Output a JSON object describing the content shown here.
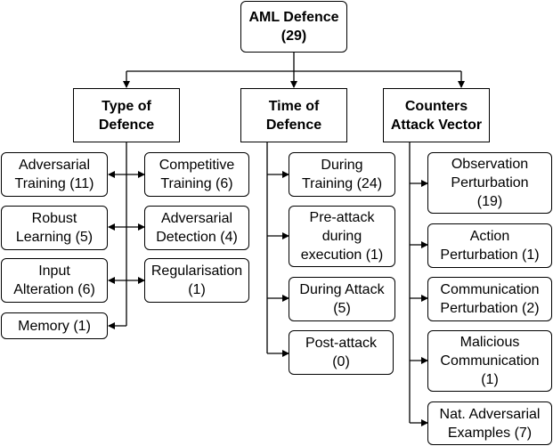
{
  "root": {
    "label": "AML Defence\n(29)"
  },
  "categories": [
    {
      "label": "Type of\nDefence"
    },
    {
      "label": "Time of\nDefence"
    },
    {
      "label": "Counters\nAttack Vector"
    }
  ],
  "type_of_defence": {
    "left": [
      {
        "label": "Adversarial\nTraining (11)"
      },
      {
        "label": "Robust\nLearning (5)"
      },
      {
        "label": "Input\nAlteration (6)"
      },
      {
        "label": "Memory (1)"
      }
    ],
    "right": [
      {
        "label": "Competitive\nTraining (6)"
      },
      {
        "label": "Adversarial\nDetection (4)"
      },
      {
        "label": "Regularisation\n(1)"
      }
    ]
  },
  "time_of_defence": [
    {
      "label": "During\nTraining (24)"
    },
    {
      "label": "Pre-attack\nduring\nexecution (1)"
    },
    {
      "label": "During Attack\n(5)"
    },
    {
      "label": "Post-attack\n(0)"
    }
  ],
  "counters_attack_vector": [
    {
      "label": "Observation\nPerturbation\n(19)"
    },
    {
      "label": "Action\nPerturbation (1)"
    },
    {
      "label": "Communication\nPerturbation (2)"
    },
    {
      "label": "Malicious\nCommunication\n(1)"
    },
    {
      "label": "Nat. Adversarial\nExamples (7)"
    }
  ]
}
